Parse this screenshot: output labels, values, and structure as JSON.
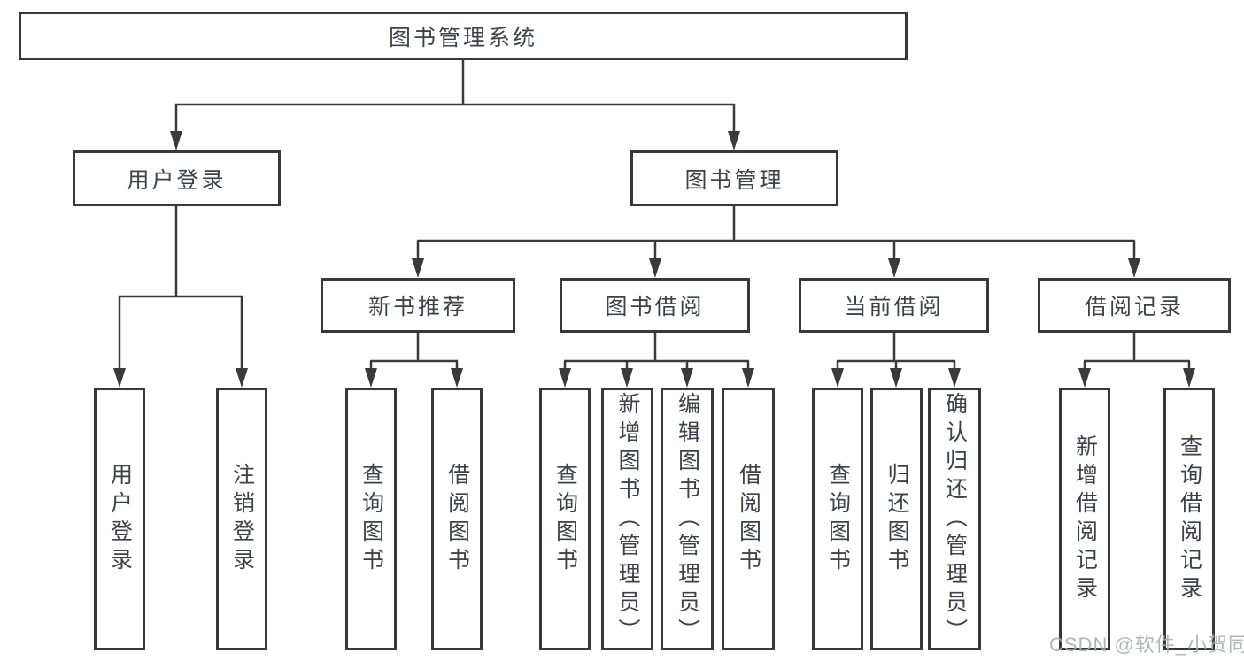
{
  "title": "图书管理系统",
  "tree": {
    "root": {
      "label": "图书管理系统"
    },
    "level2": [
      {
        "label": "用户登录",
        "children": [
          {
            "label": "用户登录"
          },
          {
            "label": "注销登录"
          }
        ]
      },
      {
        "label": "图书管理"
      }
    ],
    "level3": [
      {
        "label": "新书推荐",
        "children": [
          {
            "label": "查询图书"
          },
          {
            "label": "借阅图书"
          }
        ]
      },
      {
        "label": "图书借阅",
        "children": [
          {
            "label": "查询图书"
          },
          {
            "label": "新增图书（管理员）"
          },
          {
            "label": "编辑图书（管理员）"
          },
          {
            "label": "借阅图书"
          }
        ]
      },
      {
        "label": "当前借阅",
        "children": [
          {
            "label": "查询图书"
          },
          {
            "label": "归还图书"
          },
          {
            "label": "确认归还（管理员）"
          }
        ]
      },
      {
        "label": "借阅记录",
        "children": [
          {
            "label": "新增借阅记录"
          },
          {
            "label": "查询借阅记录"
          }
        ]
      }
    ]
  },
  "watermark": "CSDN @软件_小贺同学",
  "colors": {
    "line": "#3a3a3d",
    "box_border": "#38383b",
    "text": "#3d424a",
    "watermark": "#a9adb3",
    "background": "#ffffff"
  }
}
